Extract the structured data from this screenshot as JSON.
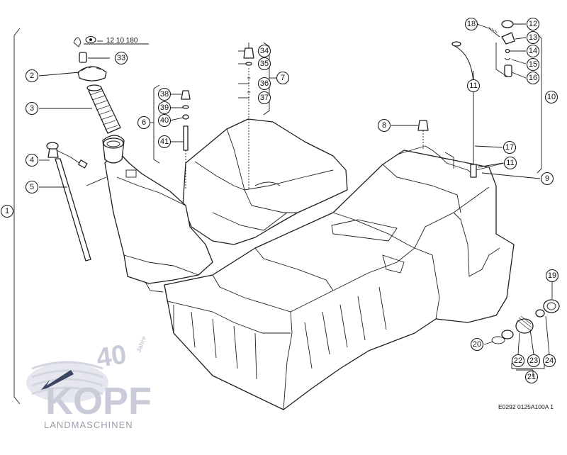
{
  "reference": {
    "code": "12 10 180"
  },
  "drawing_number": "E0292 0125A100A 1",
  "watermark": {
    "brand": "KOPF",
    "years": "40",
    "years_word": "Jahre",
    "subtitle": "LANDMASCHINEN"
  },
  "callouts": [
    {
      "id": "c1",
      "label": "1"
    },
    {
      "id": "c2",
      "label": "2"
    },
    {
      "id": "c3",
      "label": "3"
    },
    {
      "id": "c4",
      "label": "4"
    },
    {
      "id": "c5",
      "label": "5"
    },
    {
      "id": "c6",
      "label": "6"
    },
    {
      "id": "c7",
      "label": "7"
    },
    {
      "id": "c8",
      "label": "8"
    },
    {
      "id": "c9",
      "label": "9"
    },
    {
      "id": "c10",
      "label": "10"
    },
    {
      "id": "c11a",
      "label": "11"
    },
    {
      "id": "c11b",
      "label": "11"
    },
    {
      "id": "c12",
      "label": "12"
    },
    {
      "id": "c13",
      "label": "13"
    },
    {
      "id": "c14",
      "label": "14"
    },
    {
      "id": "c15",
      "label": "15"
    },
    {
      "id": "c16",
      "label": "16"
    },
    {
      "id": "c17",
      "label": "17"
    },
    {
      "id": "c18",
      "label": "18"
    },
    {
      "id": "c19",
      "label": "19"
    },
    {
      "id": "c20",
      "label": "20"
    },
    {
      "id": "c21",
      "label": "21"
    },
    {
      "id": "c22",
      "label": "22"
    },
    {
      "id": "c23",
      "label": "23"
    },
    {
      "id": "c24",
      "label": "24"
    },
    {
      "id": "c33",
      "label": "33"
    },
    {
      "id": "c34",
      "label": "34"
    },
    {
      "id": "c35",
      "label": "35"
    },
    {
      "id": "c36",
      "label": "36"
    },
    {
      "id": "c37",
      "label": "37"
    },
    {
      "id": "c38",
      "label": "38"
    },
    {
      "id": "c39",
      "label": "39"
    },
    {
      "id": "c40",
      "label": "40"
    },
    {
      "id": "c41",
      "label": "41"
    }
  ]
}
